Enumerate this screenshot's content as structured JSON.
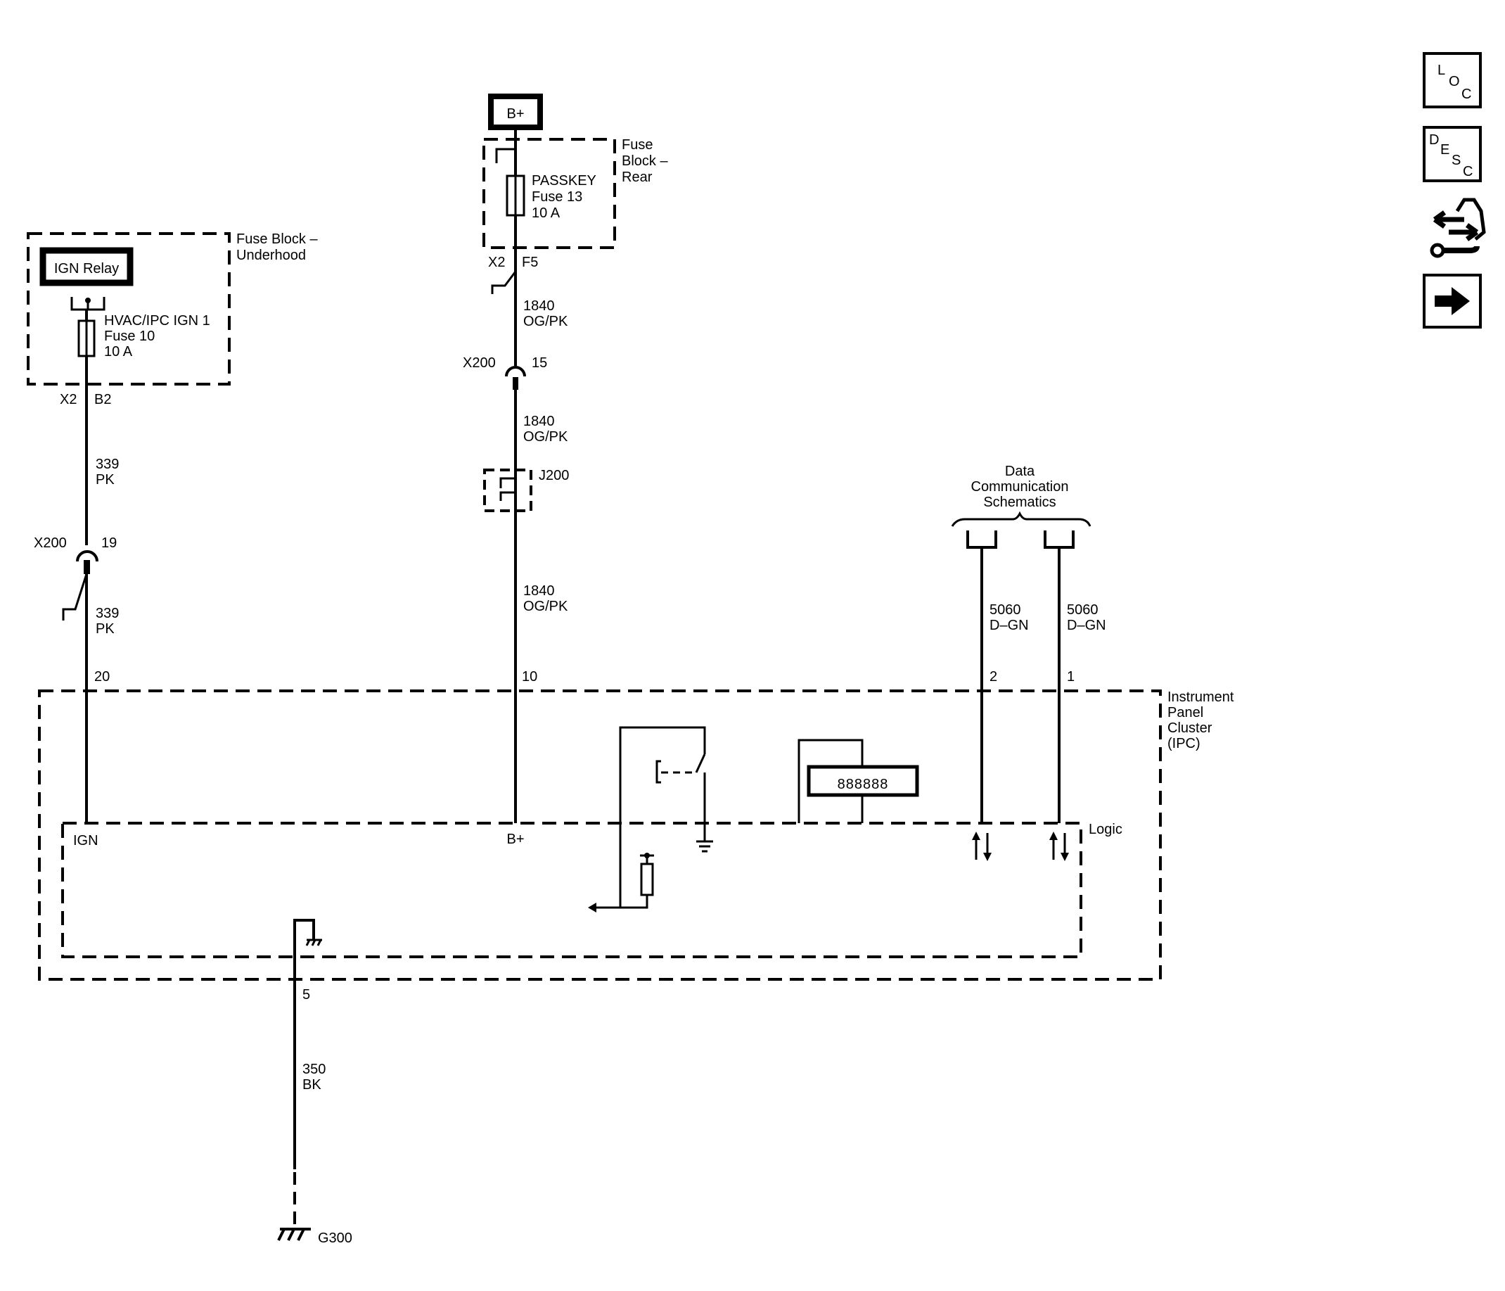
{
  "labels": {
    "bplus_source": "B+",
    "fuse_block_rear": [
      "Fuse",
      "Block –",
      "Rear"
    ],
    "passkey_fuse": [
      "PASSKEY",
      "Fuse 13",
      "10 A"
    ],
    "fuse_block_underhood": [
      "Fuse Block –",
      "Underhood"
    ],
    "ign_relay": "IGN Relay",
    "hvac_fuse": [
      "HVAC/IPC IGN 1",
      "Fuse 10",
      "10 A"
    ],
    "conn_x2_left": "X2",
    "conn_b2": "B2",
    "conn_x2_center": "X2",
    "conn_f5": "F5",
    "wire_339_top": [
      "339",
      "PK"
    ],
    "wire_339_bottom": [
      "339",
      "PK"
    ],
    "conn_x200_left": "X200",
    "pin_19": "19",
    "conn_x200_center": "X200",
    "pin_15": "15",
    "wire_1840_a": [
      "1840",
      "OG/PK"
    ],
    "wire_1840_b": [
      "1840",
      "OG/PK"
    ],
    "wire_1840_c": [
      "1840",
      "OG/PK"
    ],
    "splice_j200": "J200",
    "data_comm": [
      "Data",
      "Communication",
      "Schematics"
    ],
    "wire_5060_left": [
      "5060",
      "D–GN"
    ],
    "wire_5060_right": [
      "5060",
      "D–GN"
    ],
    "pin_20": "20",
    "pin_10": "10",
    "pin_2": "2",
    "pin_1": "1",
    "ipc": [
      "Instrument",
      "Panel",
      "Cluster",
      "(IPC)"
    ],
    "logic": "Logic",
    "term_ign": "IGN",
    "term_bplus": "B+",
    "odometer": "888888",
    "pin_5": "5",
    "wire_350": [
      "350",
      "BK"
    ],
    "ground_g300": "G300"
  },
  "nav": {
    "loc": [
      "L",
      "O",
      "C"
    ],
    "desc": [
      "D",
      "E",
      "S",
      "C"
    ]
  }
}
